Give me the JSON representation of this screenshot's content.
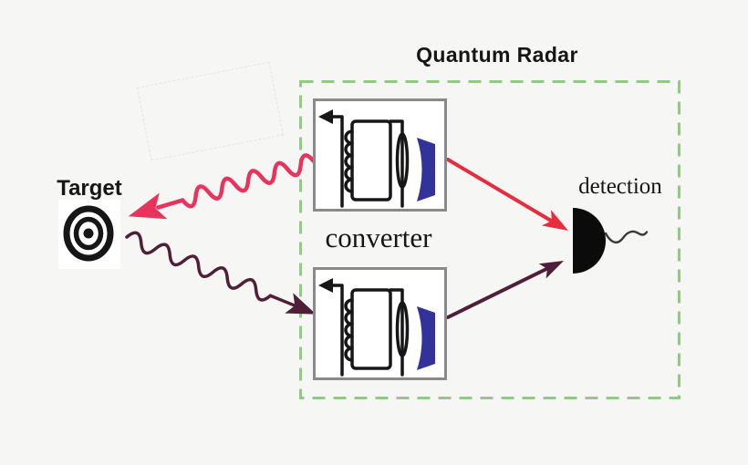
{
  "diagram": {
    "title": "Quantum Radar",
    "target_label": "Target",
    "converter_label": "converter",
    "detection_label": "detection"
  },
  "colors": {
    "background": "#f6f6f4",
    "signal_pink": "#e8335c",
    "signal_red": "#e52d3f",
    "idler_maroon": "#4f1f38",
    "radar_box_green": "#8ecd7f",
    "mirror_navy": "#32329a",
    "component_border_gray": "#8a8a8a",
    "ink_black": "#161616"
  },
  "icons": {
    "target_bullseye_icon": "concentric black rings (bullseye)",
    "converter_icon": "circuit symbol: left-pointing output arrow, inductor coil, cavity loop, vertical lens, navy concave mirror",
    "detector_icon": "black half-disc, flat side left",
    "detector_output_squiggle": "short dark wavy wire leaving detector",
    "outgoing_signal_wavy_arrow": "pink wavy arrow from top converter to target",
    "reflected_idler_wavy_arrow": "dark maroon wavy arrow from target to bottom converter",
    "signal_to_detector_arrow": "straight red arrow from top converter to detector",
    "idler_to_detector_arrow": "straight dark maroon arrow from bottom converter to detector"
  }
}
